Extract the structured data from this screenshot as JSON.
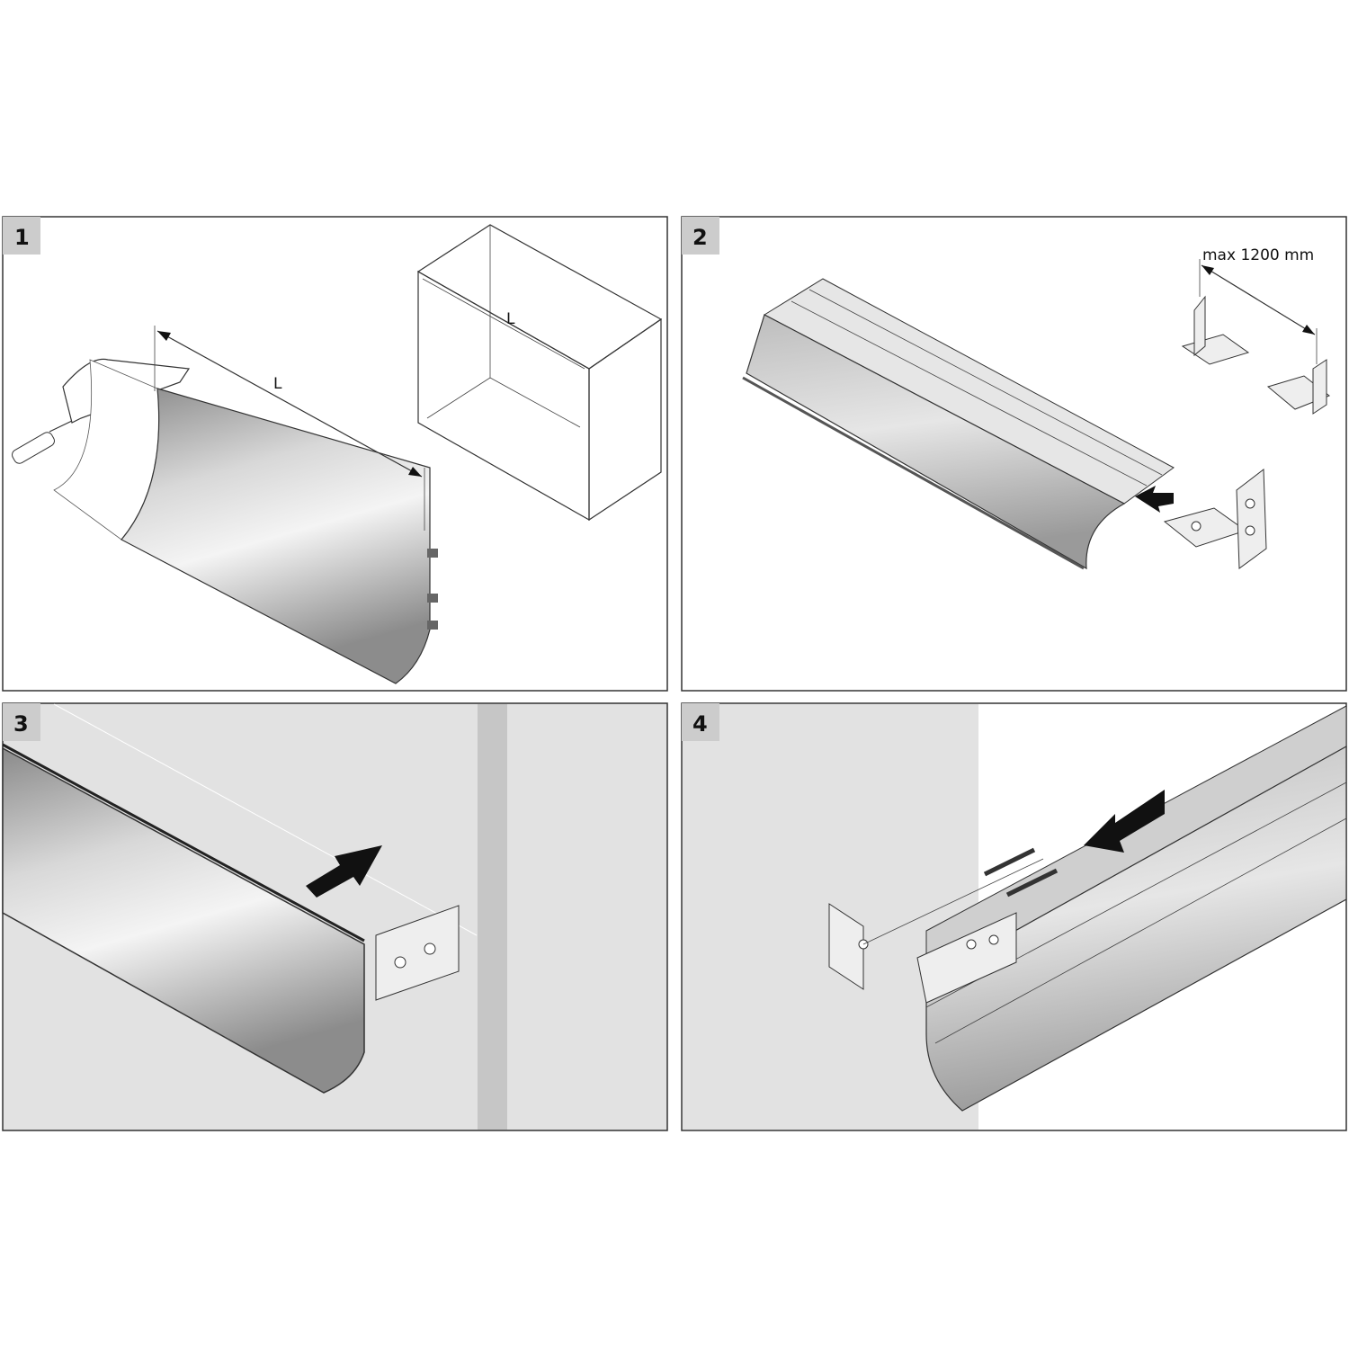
{
  "steps": [
    {
      "number": "1",
      "dimension_label_profile": "L",
      "dimension_label_cabinet": "L"
    },
    {
      "number": "2",
      "spacing_label": "max 1200 mm"
    },
    {
      "number": "3"
    },
    {
      "number": "4"
    }
  ],
  "colors": {
    "badge": "#cccccc",
    "panel_border": "#333333",
    "wall": "#e2e2e2",
    "wall_strip": "#c6c6c6",
    "arrow": "#111111"
  }
}
